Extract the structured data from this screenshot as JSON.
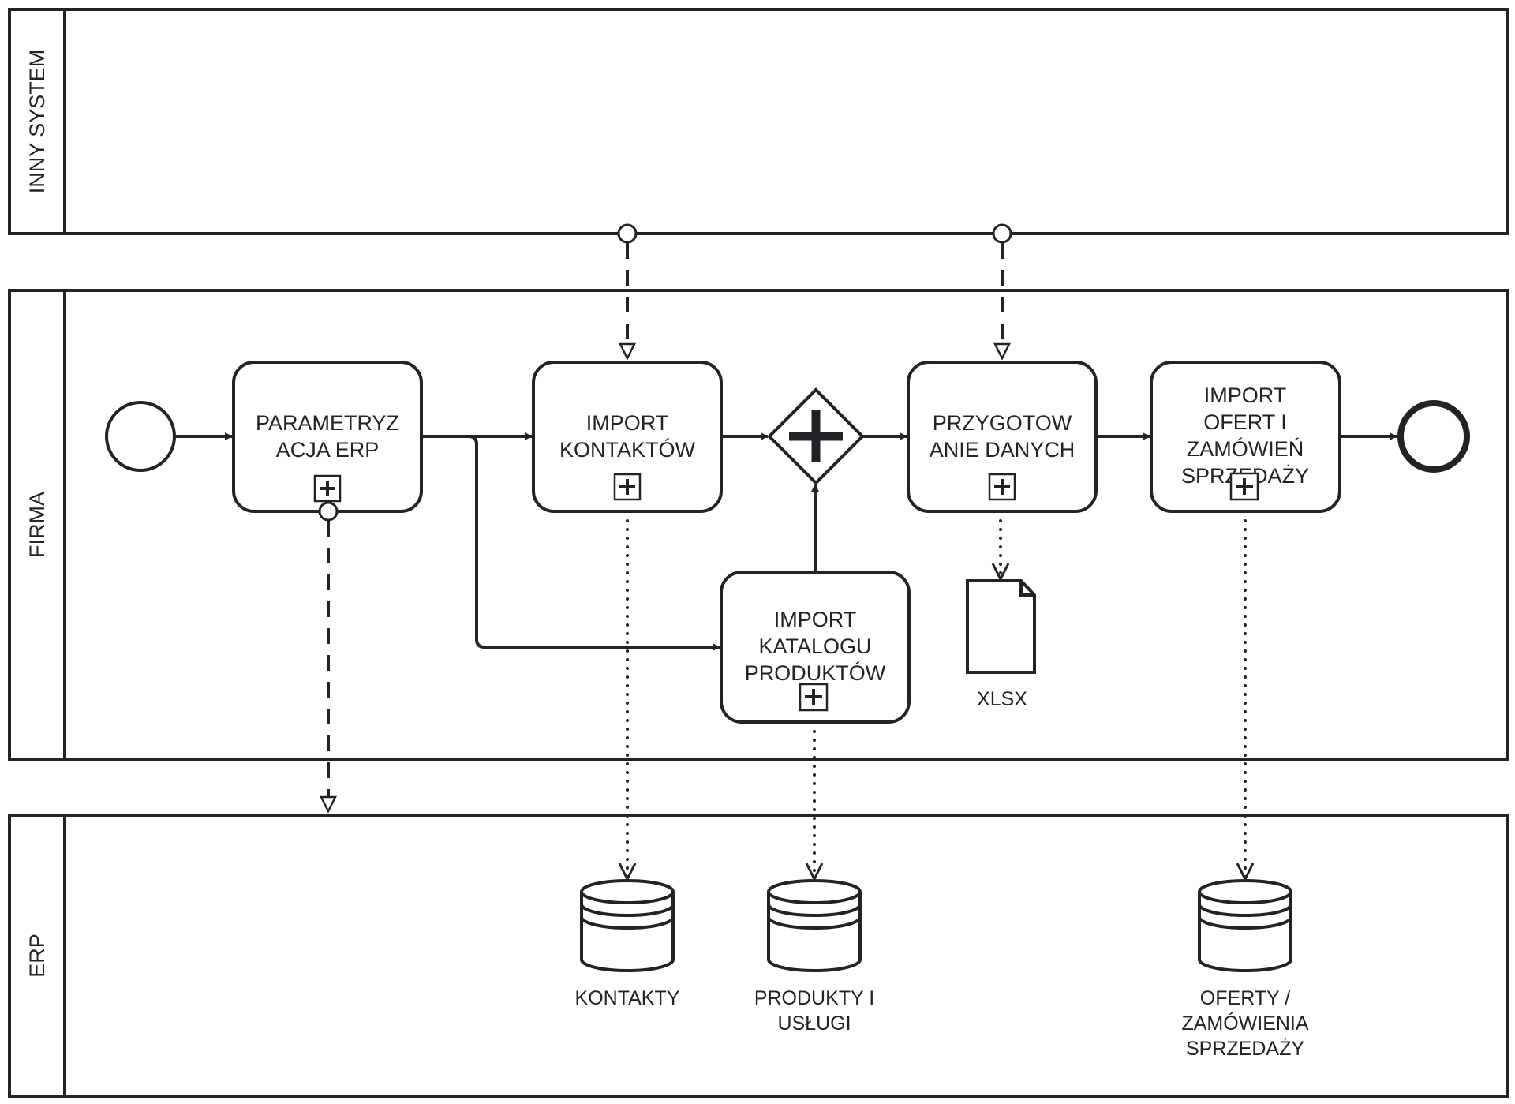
{
  "pools": [
    {
      "id": "inny",
      "label": "INNY SYSTEM"
    },
    {
      "id": "firma",
      "label": "FIRMA"
    },
    {
      "id": "erp",
      "label": "ERP"
    }
  ],
  "tasks": [
    {
      "id": "t1",
      "lines": [
        "PARAMETRYZ",
        "ACJA ERP"
      ],
      "marker": "subprocess-plus"
    },
    {
      "id": "t2",
      "lines": [
        "IMPORT",
        "KONTAKTÓW"
      ],
      "marker": "subprocess-plus"
    },
    {
      "id": "t3",
      "lines": [
        "PRZYGOTOW",
        "ANIE DANYCH"
      ],
      "marker": "subprocess-plus"
    },
    {
      "id": "t4",
      "lines": [
        "IMPORT",
        "OFERT I",
        "ZAMÓWIEŃ",
        "SPRZEDAŻY"
      ],
      "marker": "subprocess-plus"
    },
    {
      "id": "t5",
      "lines": [
        "IMPORT",
        "KATALOGU",
        "PRODUKTÓW"
      ],
      "marker": "subprocess-plus"
    }
  ],
  "gateway": {
    "type": "parallel",
    "symbol": "plus"
  },
  "events": {
    "start": "start-event",
    "end": "end-event"
  },
  "data_object": {
    "label": "XLSX"
  },
  "data_stores": [
    {
      "id": "ds1",
      "lines": [
        "KONTAKTY"
      ]
    },
    {
      "id": "ds2",
      "lines": [
        "PRODUKTY I",
        "USŁUGI"
      ]
    },
    {
      "id": "ds3",
      "lines": [
        "OFERTY /",
        "ZAMÓWIENIA",
        "SPRZEDAŻY"
      ]
    }
  ],
  "colors": {
    "stroke": "#222326",
    "background": "#ffffff"
  }
}
